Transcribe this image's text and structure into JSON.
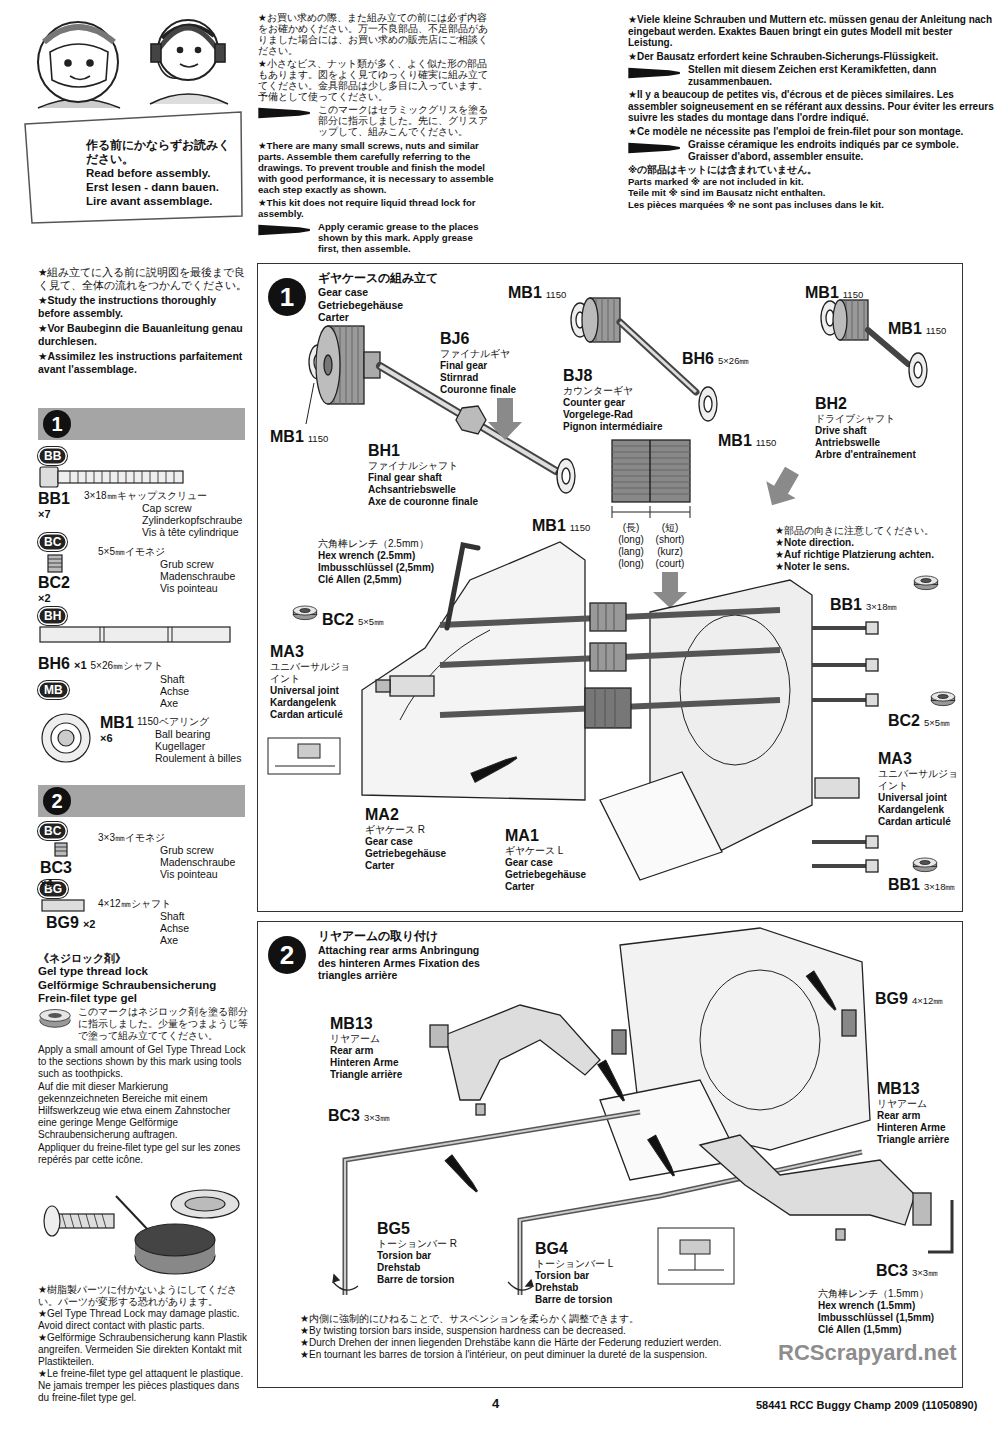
{
  "diagram": {
    "nodes": [
      {
        "text": [
          "作る前にかならずお読みください。",
          "Read before assembly.",
          "Erst lesen - dann bauen.",
          "Lire avant assemblage."
        ]
      },
      {
        "text": [
          "1"
        ]
      },
      {
        "text": [
          "BB"
        ]
      },
      {
        "text": [
          "BC"
        ]
      },
      {
        "text": [
          "BH"
        ]
      },
      {
        "text": [
          "MB"
        ]
      },
      {
        "text": [
          "2"
        ]
      },
      {
        "text": [
          "BC"
        ]
      },
      {
        "text": [
          "BG"
        ]
      },
      {
        "text": [
          "ギヤケースの組み立て",
          "Gear case Getriebegehäuse Carter"
        ]
      },
      {
        "text": [
          "1"
        ],
        "in": 9
      },
      {
        "text": [
          "リヤアームの取り付け",
          "Attaching rear arms Anbringung des hinteren Armes Fixation des triangles arrière"
        ]
      },
      {
        "text": [
          "2"
        ],
        "in": 11
      }
    ],
    "labels": [
      "★お買い求めの際、また組み立ての前には必ず内容をお確かめください。万一不良部品、不足部品がありました場合には、お買い求めの販売店にご相談ください。",
      "★小さなビス、ナット類が多く、よく似た形の部品もあります。図をよく見てゆっくり確実に組み立ててください。金具部品は少し多目に入っています。予備として使ってください。",
      "このマークはセラミックグリスを塗る部分に指示しました。先に、グリスアップして、組みこんでください。",
      "★There are many small screws, nuts and similar parts. Assemble them carefully referring to the drawings. To prevent trouble and finish the model with good performance, it is necessary to assemble each step exactly as shown.",
      "★This kit does not require liquid thread lock for assembly.",
      "Apply ceramic grease to the places shown by this mark. Apply grease first, then assemble.",
      "★Viele kleine Schrauben und Muttern etc. müssen genau der Anleitung nach eingebaut werden. Exaktes Bauen bringt ein gutes Modell mit bester Leistung.",
      "★Der Bausatz erfordert keine Schrauben-Sicherungs-Flüssigkeit.",
      "Stellen mit diesem Zeichen erst Keramikfetten, dann zusammenbauen.",
      "★Il y a beaucoup de petites vis, d'écrous et de pièces similaires. Les assembler soigneusement en se référant aux dessins. Pour éviter les erreurs suivre les stades du montage dans l'ordre indiqué.",
      "★Ce modèle ne nécessite pas l'emploi de frein-filet pour son montage.",
      "Graisse céramique les endroits indiqués par ce symbole. Graisser d'abord, assembler ensuite.",
      "※の部品はキットには含まれていません。",
      "Parts marked ※ are not included in kit.",
      "Teile mit ※ sind im Bausatz nicht enthalten.",
      "Les pièces marquées ※ ne sont pas incluses dans le kit.",
      "★組み立てに入る前に説明図を最後まで良く見て、全体の流れをつかんでください。",
      "★Study the instructions thoroughly before assembly.",
      "★Vor Baubeginn die Bauanleitung genau durchlesen.",
      "★Assimilez les instructions parfaitement avant l'assemblage.",
      "BB1",
      "×7",
      "3×18㎜キャップスクリュー",
      "Cap screw",
      "Zylinderkopfschraube",
      "Vis à tête cylindrique",
      "BC2",
      "×2",
      "5×5㎜イモネジ",
      "Grub screw",
      "Madenschraube",
      "Vis pointeau",
      "BH6",
      "×1",
      "5×26㎜シャフト",
      "Shaft",
      "Achse",
      "Axe",
      "MB1",
      "×6",
      "1150ベアリング",
      "Ball bearing",
      "Kugellager",
      "Roulement à billes",
      "BC3",
      "×4",
      "3×3㎜イモネジ",
      "Grub screw",
      "Madenschraube",
      "Vis pointeau",
      "BG9",
      "×2",
      "4×12㎜シャフト",
      "Shaft",
      "Achse",
      "Axe",
      "《ネジロック剤》",
      "Gel type thread lock",
      "Gelförmige Schraubensicherung",
      "Frein-filet type gel",
      "このマークはネジロック剤を塗る部分に指示しました。少量をつまようじ等で塗って組み立ててください。",
      "Apply a small amount of Gel Type Thread Lock to the sections shown by this mark using tools such as toothpicks.",
      "Auf die mit dieser Markierung gekennzeichneten Bereiche mit einem Hilfswerkzeug wie etwa einem Zahnstocher eine geringe Menge Gelförmige Schraubensicherung auftragen.",
      "Appliquer du freine-filet type gel sur les zones repérés par cette icône.",
      "★樹脂製パーツに付かないようにしてください。パーツが変形する恐れがあります。",
      "★Gel Type Thread Lock may damage plastic. Avoid direct contact with plastic parts.",
      "★Gelförmige Schraubensicherung kann Plastik angreifen. Vermeiden Sie direkten Kontakt mit Plastikteilen.",
      "★Le freine-filet type gel attaquent le plastique. Ne jamais tremper les pièces plastiques dans du freine-filet type gel.",
      "MB1",
      "1150",
      "MB1",
      "1150",
      "MB1",
      "1150",
      "BJ6",
      "ファイナルギヤ",
      "Final gear",
      "Stirnrad",
      "Couronne finale",
      "BH6",
      "5×26㎜",
      "BJ8",
      "カウンターギヤ",
      "Counter gear",
      "Vorgelege-Rad",
      "Pignon intermédiaire",
      "MB1",
      "1150",
      "BH2",
      "ドライブシャフト",
      "Drive shaft",
      "Antriebswelle",
      "Arbre d'entraînement",
      "MB1",
      "1150",
      "BH1",
      "ファイナルシャフト",
      "Final gear shaft",
      "Achsantriebswelle",
      "Axe de couronne finale",
      "MB1",
      "1150",
      "(長)",
      "(long)",
      "(lang)",
      "(long)",
      "(短)",
      "(short)",
      "(kurz)",
      "(court)",
      "★部品の向きに注意してください。",
      "★Note direction.",
      "★Auf richtige Platzierung achten.",
      "★Noter le sens.",
      "六角棒レンチ（2.5mm）",
      "Hex wrench (2.5mm)",
      "Imbusschlüssel (2,5mm)",
      "Clé Allen (2,5mm)",
      "BC2",
      "5×5㎜",
      "BB1",
      "3×18㎜",
      "MA3",
      "ユニバーサルジョイント",
      "Universal joint",
      "Kardangelenk",
      "Cardan articulé",
      "BC2",
      "5×5㎜",
      "MA3",
      "ユニバーサルジョイント",
      "Universal joint",
      "Kardangelenk",
      "Cardan articulé",
      "MA2",
      "ギヤケース R",
      "Gear case",
      "Getriebegehäuse",
      "Carter",
      "MA1",
      "ギヤケース L",
      "Gear case",
      "Getriebegehäuse",
      "Carter",
      "BB1",
      "3×18㎜",
      "MB13",
      "リヤアーム",
      "Rear arm",
      "Hinteren Arme",
      "Triangle arrière",
      "BG9",
      "4×12㎜",
      "MB13",
      "リヤアーム",
      "Rear arm",
      "Hinteren Arme",
      "Triangle arrière",
      "BC3",
      "3×3㎜",
      "BG5",
      "トーションバー R",
      "Torsion bar",
      "Drehstab",
      "Barre de torsion",
      "BG4",
      "トーションバー L",
      "Torsion bar",
      "Drehstab",
      "Barre de torsion",
      "BC3",
      "3×3㎜",
      "六角棒レンチ（1.5mm）",
      "Hex wrench (1.5mm)",
      "Imbusschlüssel (1,5mm)",
      "Clé Allen (1,5mm)",
      "★内側に強制的にひねることで、サスペンションを柔らかく調整できます。",
      "★By twisting torsion bars inside, suspension hardness can be decreased.",
      "★Durch Drehen der innen liegenden Drehstäbe kann die Härte der Federung reduziert werden.",
      "★En tournant les barres de torsion à l'intérieur, on peut diminuer la dureté de la suspension.",
      "4",
      "58441 RCC Buggy Champ 2009 (11050890)",
      "RCScrapyard.net"
    ]
  }
}
